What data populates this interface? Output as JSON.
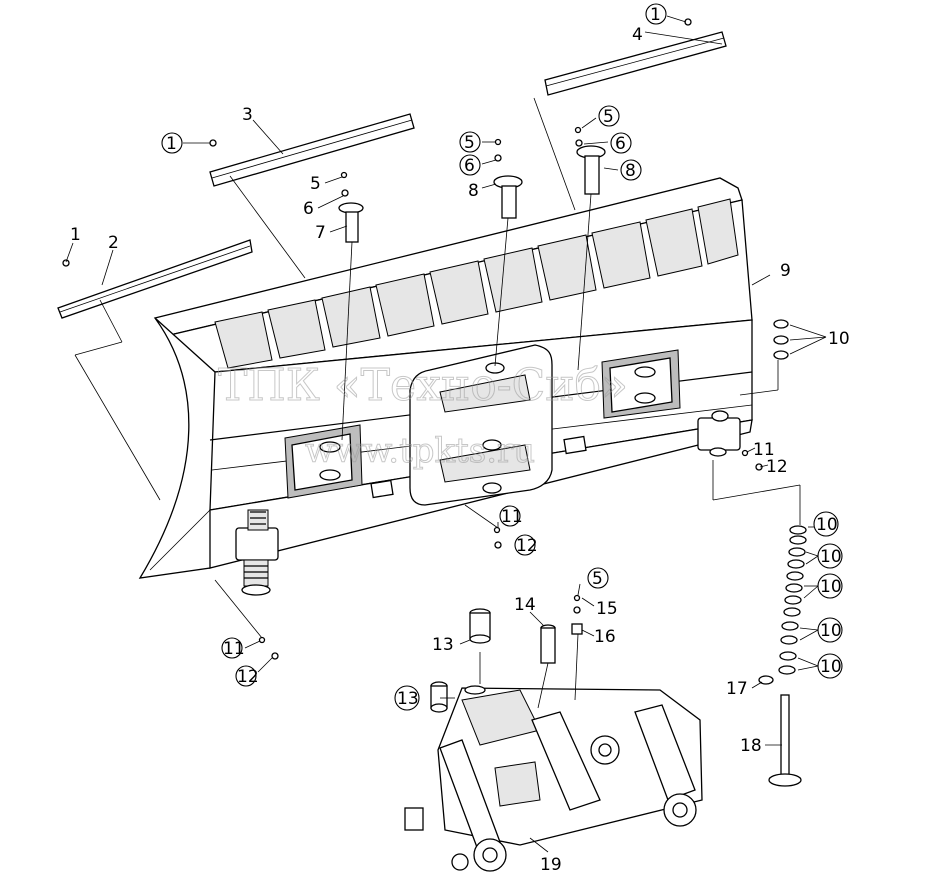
{
  "watermark": {
    "line1": "ТПК «Техно-Сиб»",
    "line2": "www.tpkts.ru"
  },
  "labels": {
    "l1a": "1",
    "l1b": "1",
    "l1c": "1",
    "l2": "2",
    "l3": "3",
    "l4": "4",
    "l5a": "5",
    "l5b": "5",
    "l5c": "5",
    "l5d": "5",
    "l6a": "6",
    "l6b": "6",
    "l6c": "6",
    "l7": "7",
    "l8a": "8",
    "l8b": "8",
    "l9": "9",
    "l10a": "10",
    "l10b": "10",
    "l10c": "10",
    "l10d": "10",
    "l10e": "10",
    "l10f": "10",
    "l11a": "11",
    "l11b": "11",
    "l11c": "11",
    "l12a": "12",
    "l12b": "12",
    "l12c": "12",
    "l13a": "13",
    "l13b": "13",
    "l14": "14",
    "l15": "15",
    "l16": "16",
    "l17": "17",
    "l18": "18",
    "l19": "19"
  }
}
